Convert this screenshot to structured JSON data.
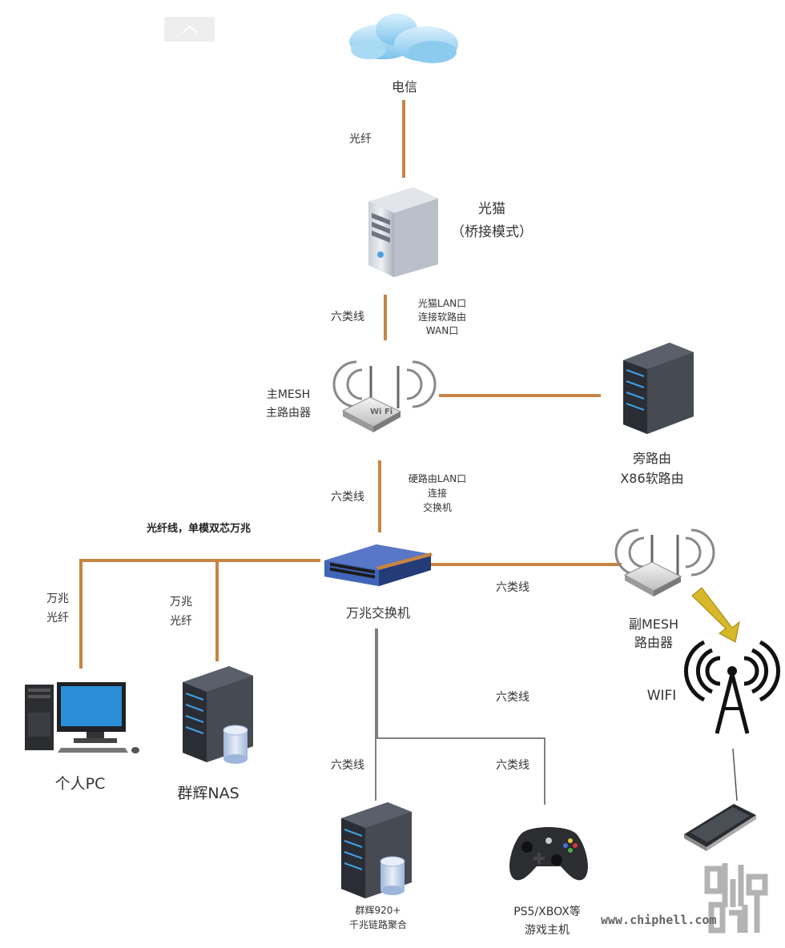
{
  "nodes": {
    "telecom": "电信",
    "modem_l1": "光猫",
    "modem_l2": "（桥接模式）",
    "main_mesh_l1": "主MESH",
    "main_mesh_l2": "主路由器",
    "side_router_l1": "旁路由",
    "side_router_l2": "X86软路由",
    "switch": "万兆交换机",
    "sub_mesh_l1": "副MESH",
    "sub_mesh_l2": "路由器",
    "wifi": "WIFI",
    "pc": "个人PC",
    "nas": "群辉NAS",
    "nas2_l1": "群辉920+",
    "nas2_l2": "千兆链路聚合",
    "console_l1": "PS5/XBOX等",
    "console_l2": "游戏主机"
  },
  "links": {
    "fiber": "光纤",
    "cat6": "六类线",
    "modem_note_l1": "光猫LAN口",
    "modem_note_l2": "连接软路由",
    "modem_note_l3": "WAN口",
    "router_note_l1": "硬路由LAN口",
    "router_note_l2": "连接",
    "router_note_l3": "交换机",
    "fiber_bold": "光纤线，单模双芯万兆",
    "tengig_l1": "万兆",
    "tengig_l2": "光纤"
  },
  "watermark": {
    "url": "www.chiphell.com",
    "logo": "chip hell"
  },
  "colors": {
    "cable": "#c88442",
    "cable_dark": "#8a5524",
    "thin_line": "#555555",
    "server_dark": "#2c2f36",
    "server_blue": "#3fa0e6",
    "switch_blue": "#3457a8",
    "cloud": "#9fd3f2",
    "arrow": "#d6b828"
  }
}
